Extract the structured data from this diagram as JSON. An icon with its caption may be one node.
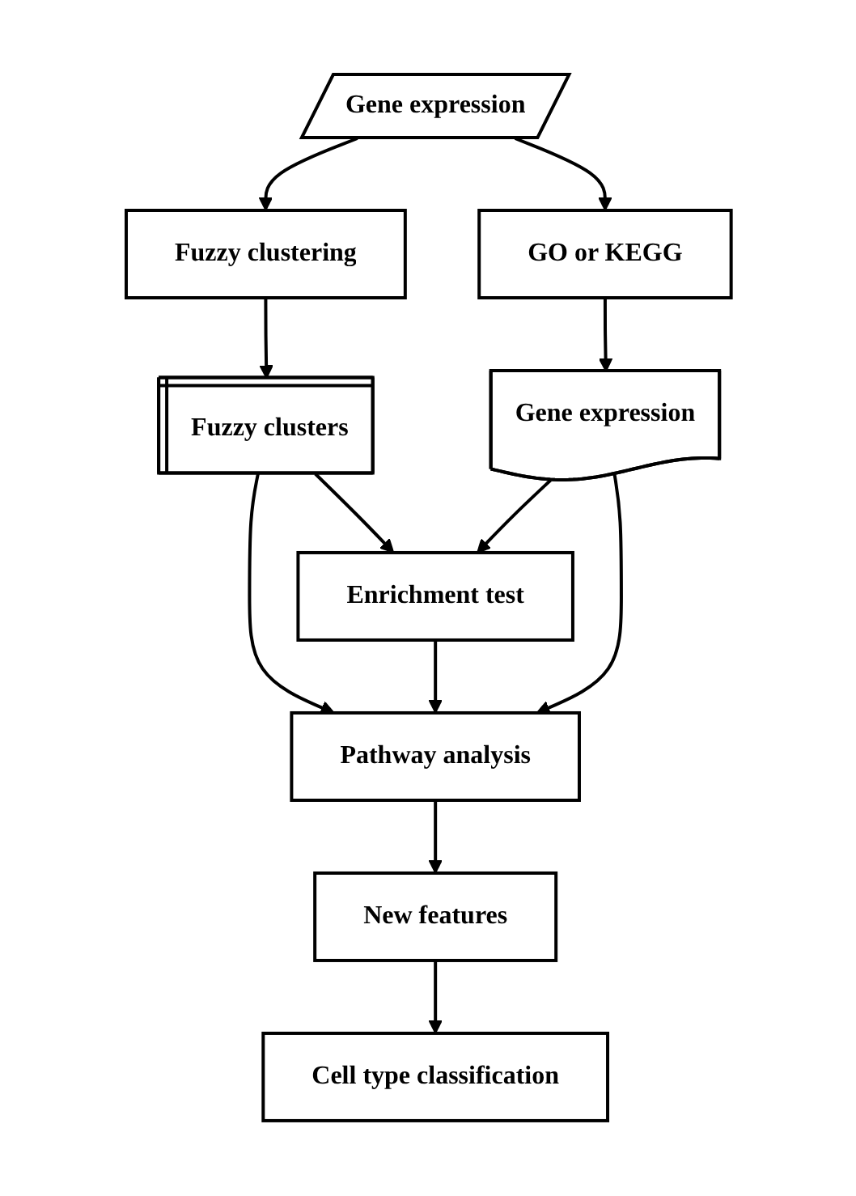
{
  "diagram": {
    "nodes": [
      {
        "text": [
          "Gene expression"
        ]
      },
      {
        "text": [
          "Fuzzy clustering"
        ]
      },
      {
        "text": [
          "GO or KEGG"
        ]
      },
      {
        "text": [
          "Fuzzy clusters"
        ]
      },
      {
        "text": [
          "Gene expression"
        ]
      },
      {
        "text": [
          "Enrichment test"
        ]
      },
      {
        "text": [
          "Pathway analysis"
        ]
      },
      {
        "text": [
          "New features"
        ]
      },
      {
        "text": [
          "Cell type classification"
        ]
      }
    ],
    "edges": [
      {
        "from": 0,
        "to": 1,
        "arrow": "to"
      },
      {
        "from": 0,
        "to": 2,
        "arrow": "to"
      },
      {
        "from": 1,
        "to": 3,
        "arrow": "to"
      },
      {
        "from": 2,
        "to": 4,
        "arrow": "to"
      },
      {
        "from": 3,
        "to": 5,
        "arrow": "to"
      },
      {
        "from": 4,
        "to": 5,
        "arrow": "to"
      },
      {
        "from": 3,
        "to": 6,
        "arrow": "to"
      },
      {
        "from": 5,
        "to": 6,
        "arrow": "to"
      },
      {
        "from": 4,
        "to": 6,
        "arrow": "to"
      },
      {
        "from": 6,
        "to": 7,
        "arrow": "to"
      },
      {
        "from": 7,
        "to": 8,
        "arrow": "to"
      }
    ]
  }
}
